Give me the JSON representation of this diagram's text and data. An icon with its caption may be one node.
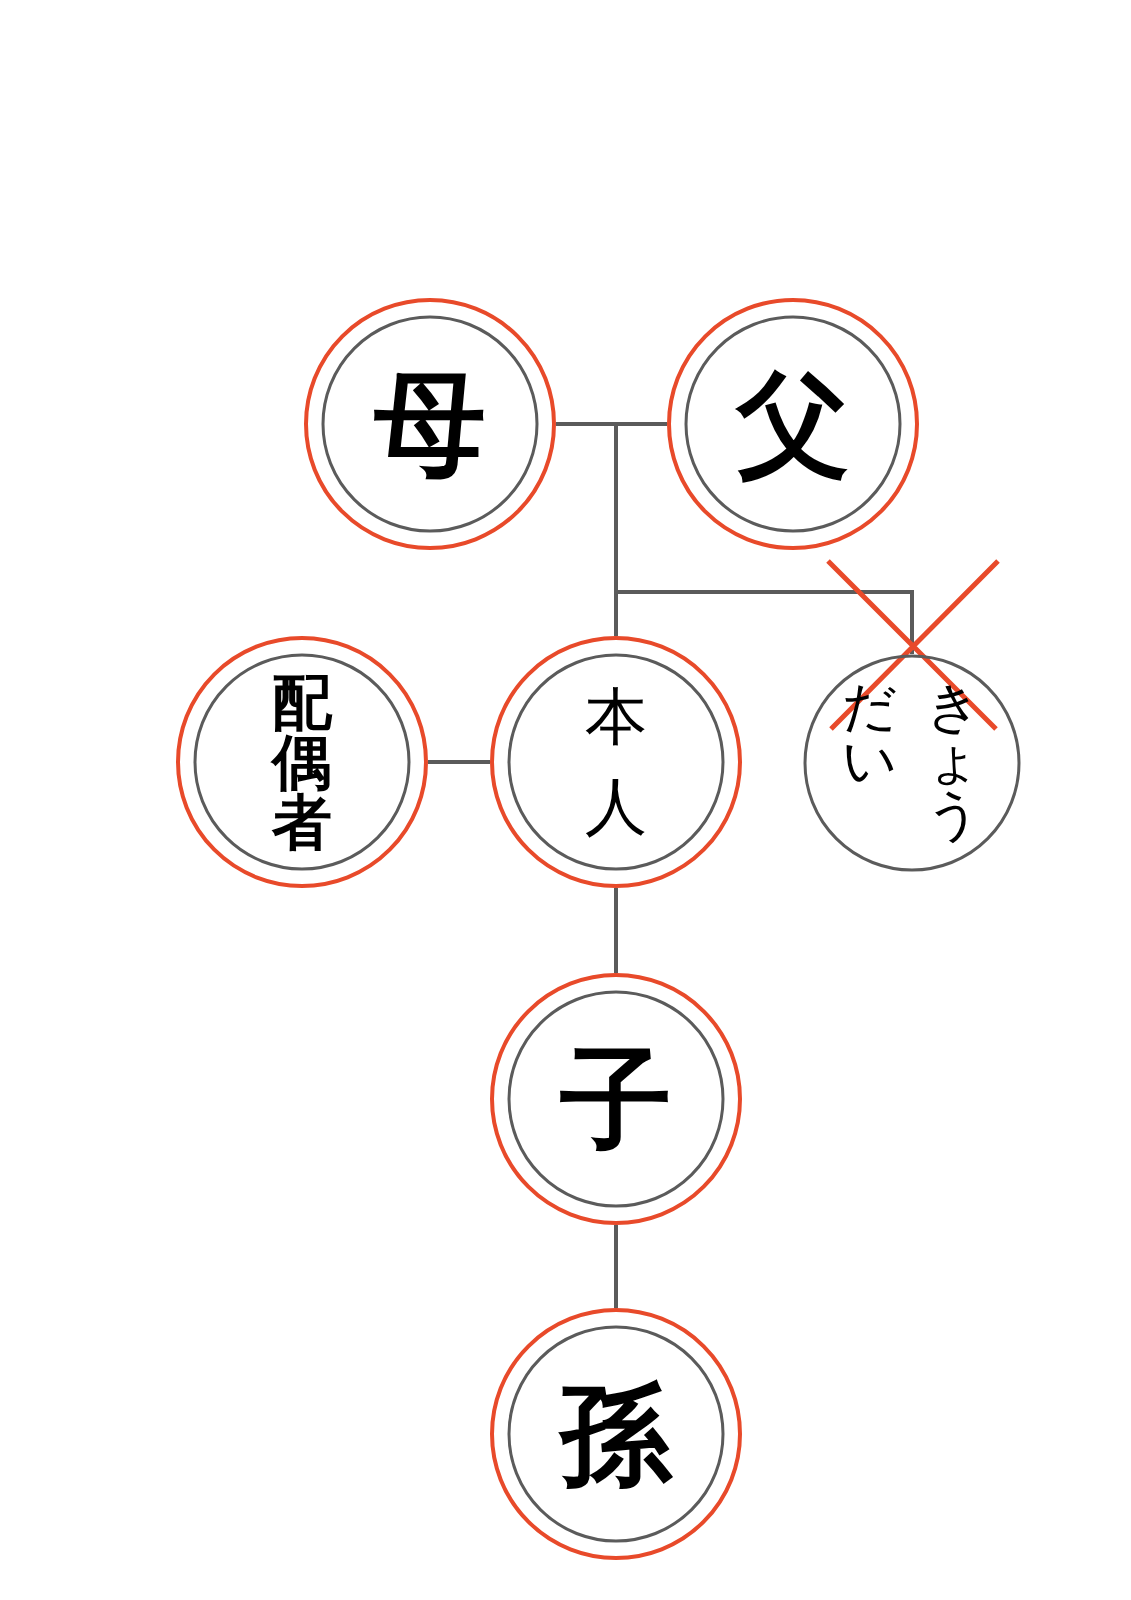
{
  "diagram": {
    "nodes": [
      {
        "text": [
          "母"
        ]
      },
      {
        "text": [
          "父"
        ]
      },
      {
        "text": [
          "配偶者"
        ]
      },
      {
        "text": [
          "本人"
        ]
      },
      {
        "text": [
          "きょうだい"
        ]
      },
      {
        "text": [
          "子"
        ]
      },
      {
        "text": [
          "孫"
        ]
      }
    ],
    "edges": [
      {
        "from": 0,
        "to": 1,
        "arrow": "none"
      },
      {
        "from": 0,
        "to": 3,
        "arrow": "none"
      },
      {
        "from": 1,
        "to": 3,
        "arrow": "none"
      },
      {
        "from": 0,
        "to": 4,
        "arrow": "none"
      },
      {
        "from": 1,
        "to": 4,
        "arrow": "none"
      },
      {
        "from": 2,
        "to": 3,
        "arrow": "none"
      },
      {
        "from": 3,
        "to": 5,
        "arrow": "none"
      },
      {
        "from": 5,
        "to": 6,
        "arrow": "none"
      }
    ]
  }
}
